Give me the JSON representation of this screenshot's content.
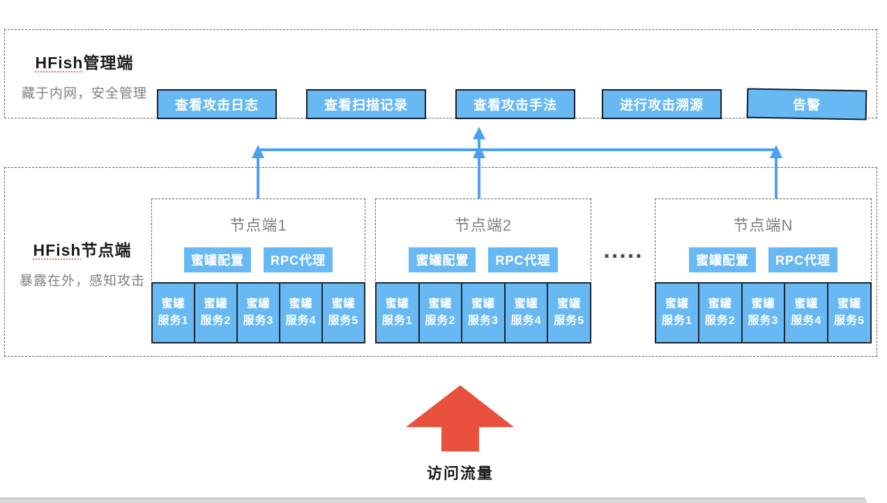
{
  "management": {
    "title_prefix": "HFish",
    "title_suffix": "管理端",
    "subtitle": "藏于内网，安全管理",
    "buttons": [
      {
        "label": "查看攻击日志"
      },
      {
        "label": "查看扫描记录"
      },
      {
        "label": "查看攻击手法"
      },
      {
        "label": "进行攻击溯源"
      },
      {
        "label": "告警"
      }
    ]
  },
  "node_section": {
    "title_prefix": "HFish",
    "title_suffix": "节点端",
    "subtitle": "暴露在外，感知攻击",
    "ellipsis": ".....",
    "nodes": [
      {
        "title": "节点端1",
        "tags": [
          "蜜罐配置",
          "RPC代理"
        ],
        "services": [
          {
            "line1": "蜜罐",
            "line2": "服务1"
          },
          {
            "line1": "蜜罐",
            "line2": "服务2"
          },
          {
            "line1": "蜜罐",
            "line2": "服务3"
          },
          {
            "line1": "蜜罐",
            "line2": "服务4"
          },
          {
            "line1": "蜜罐",
            "line2": "服务5"
          }
        ]
      },
      {
        "title": "节点端2",
        "tags": [
          "蜜罐配置",
          "RPC代理"
        ],
        "services": [
          {
            "line1": "蜜罐",
            "line2": "服务1"
          },
          {
            "line1": "蜜罐",
            "line2": "服务2"
          },
          {
            "line1": "蜜罐",
            "line2": "服务3"
          },
          {
            "line1": "蜜罐",
            "line2": "服务4"
          },
          {
            "line1": "蜜罐",
            "line2": "服务5"
          }
        ]
      },
      {
        "title": "节点端N",
        "tags": [
          "蜜罐配置",
          "RPC代理"
        ],
        "services": [
          {
            "line1": "蜜罐",
            "line2": "服务1"
          },
          {
            "line1": "蜜罐",
            "line2": "服务2"
          },
          {
            "line1": "蜜罐",
            "line2": "服务3"
          },
          {
            "line1": "蜜罐",
            "line2": "服务4"
          },
          {
            "line1": "蜜罐",
            "line2": "服务5"
          }
        ]
      }
    ]
  },
  "traffic": {
    "label": "访问流量"
  },
  "colors": {
    "panel_blue": "#68b9f3",
    "connector_blue": "#4d9ff2",
    "traffic_red": "#e8513d",
    "dark_border": "#141e2a",
    "dashed_gray": "#5a5a5a",
    "muted_text": "#7f7f7f"
  }
}
